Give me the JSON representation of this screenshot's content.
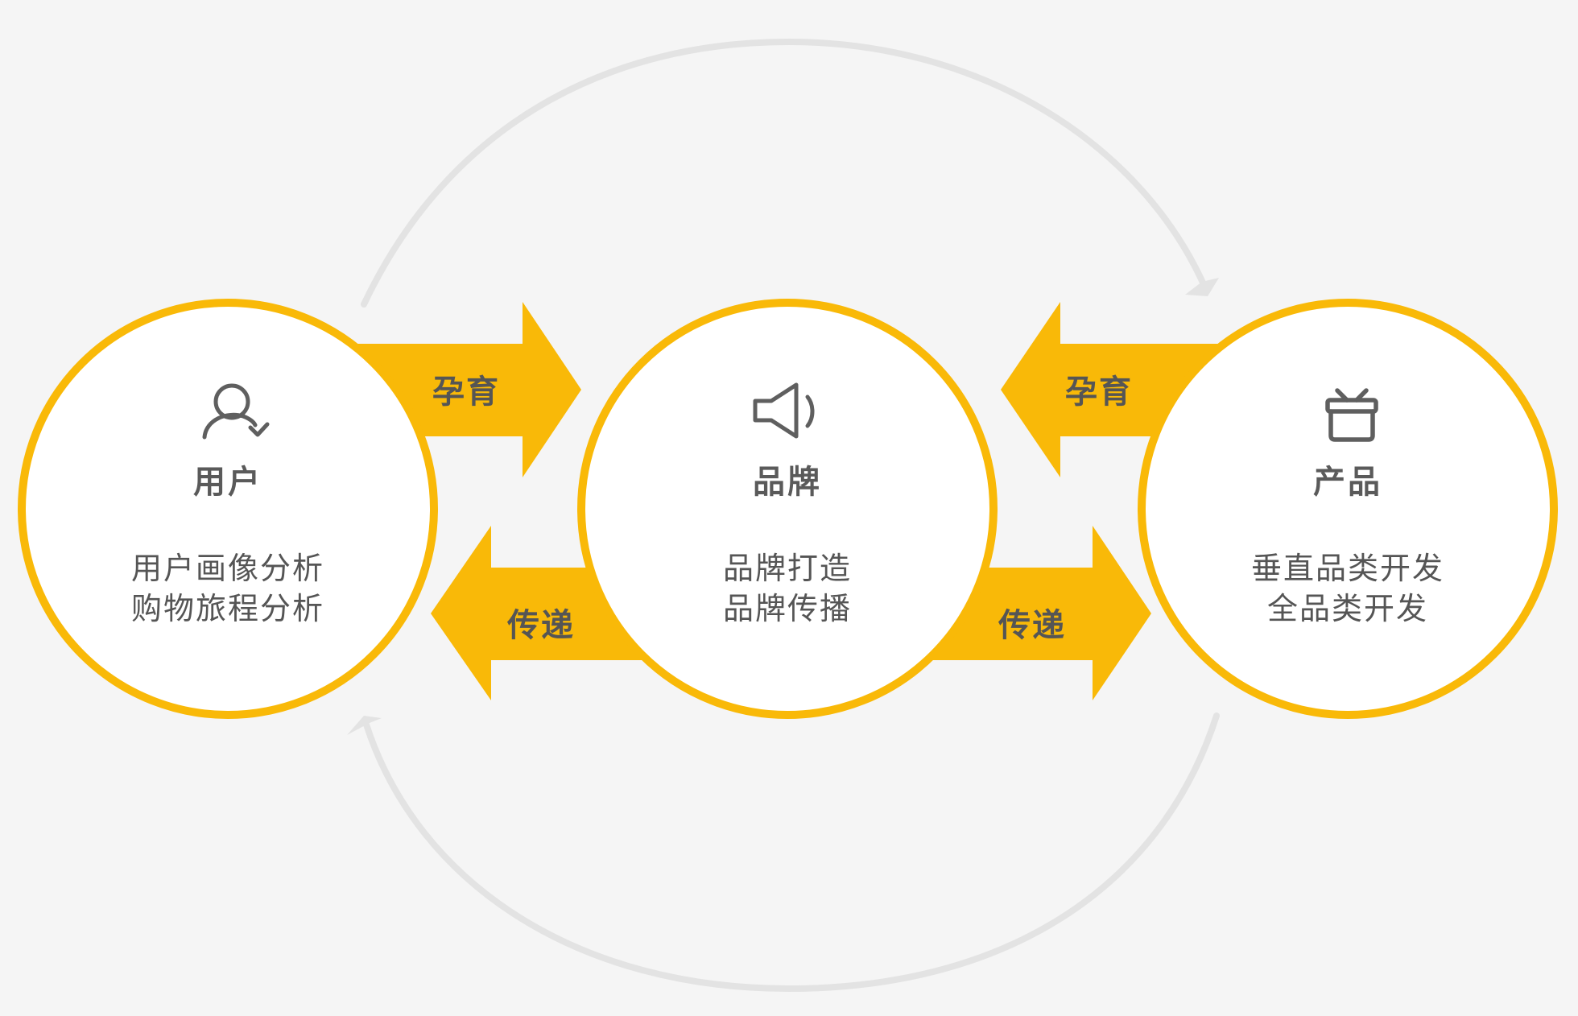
{
  "colors": {
    "background": "#f5f5f5",
    "accent": "#f9b908",
    "cycle_arc": "#e3e3e3",
    "text": "#555555",
    "node_fill": "#ffffff"
  },
  "nodes": [
    {
      "id": "user",
      "icon": "user-check-icon",
      "title": "用户",
      "desc": [
        "用户画像分析",
        "购物旅程分析"
      ]
    },
    {
      "id": "brand",
      "icon": "speaker-icon",
      "title": "品牌",
      "desc": [
        "品牌打造",
        "品牌传播"
      ]
    },
    {
      "id": "product",
      "icon": "basket-icon",
      "title": "产品",
      "desc": [
        "垂直品类开发",
        "全品类开发"
      ]
    }
  ],
  "arrows": [
    {
      "from": "用户",
      "to": "品牌",
      "direction": "right",
      "label": "孕育"
    },
    {
      "from": "品牌",
      "to": "用户",
      "direction": "left",
      "label": "传递"
    },
    {
      "from": "产品",
      "to": "品牌",
      "direction": "left",
      "label": "孕育"
    },
    {
      "from": "品牌",
      "to": "产品",
      "direction": "right",
      "label": "传递"
    }
  ],
  "cycle": {
    "top_arc": {
      "from": "用户",
      "to": "产品"
    },
    "bottom_arc": {
      "from": "产品",
      "to": "用户"
    }
  }
}
